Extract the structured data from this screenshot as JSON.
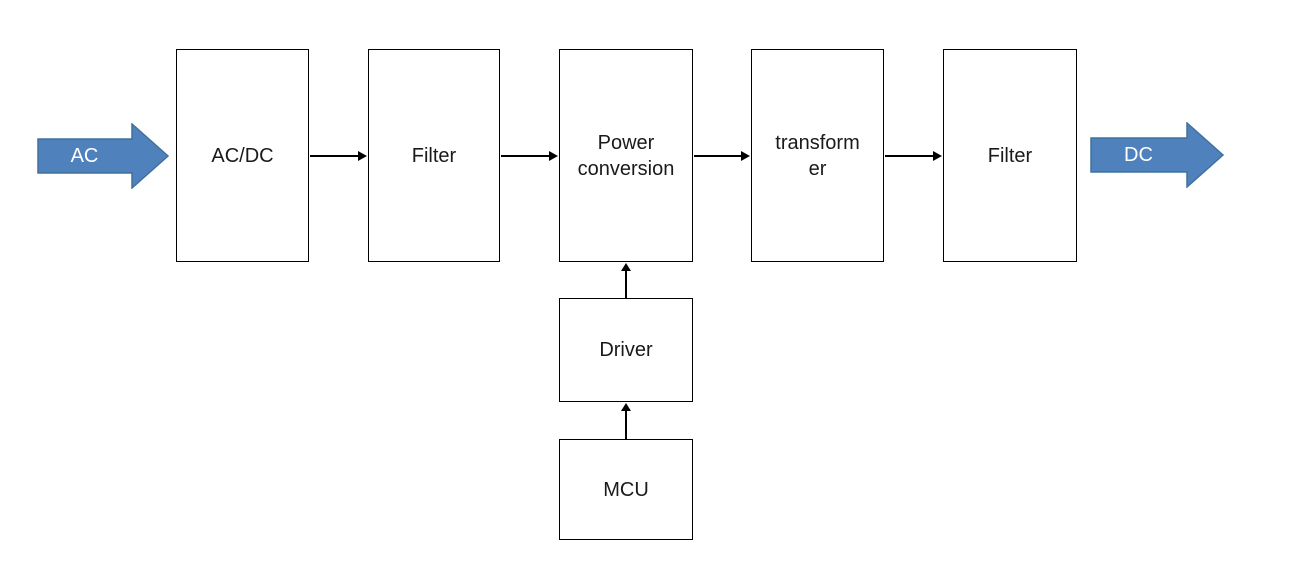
{
  "diagram": {
    "type": "block-diagram",
    "description": "AC to DC power supply block diagram",
    "input_arrow": {
      "label": "AC"
    },
    "output_arrow": {
      "label": "DC"
    },
    "blocks": {
      "acdc": {
        "label": "AC/DC"
      },
      "filter1": {
        "label": "Filter"
      },
      "power_conversion": {
        "label": "Power\nconversion"
      },
      "transformer": {
        "label": "transform\ner"
      },
      "filter2": {
        "label": "Filter"
      },
      "driver": {
        "label": "Driver"
      },
      "mcu": {
        "label": "MCU"
      }
    },
    "colors": {
      "arrow_fill": "#4f81bd",
      "arrow_stroke": "#41719c",
      "box_border": "#000000",
      "connector": "#000000",
      "background": "#ffffff"
    }
  }
}
